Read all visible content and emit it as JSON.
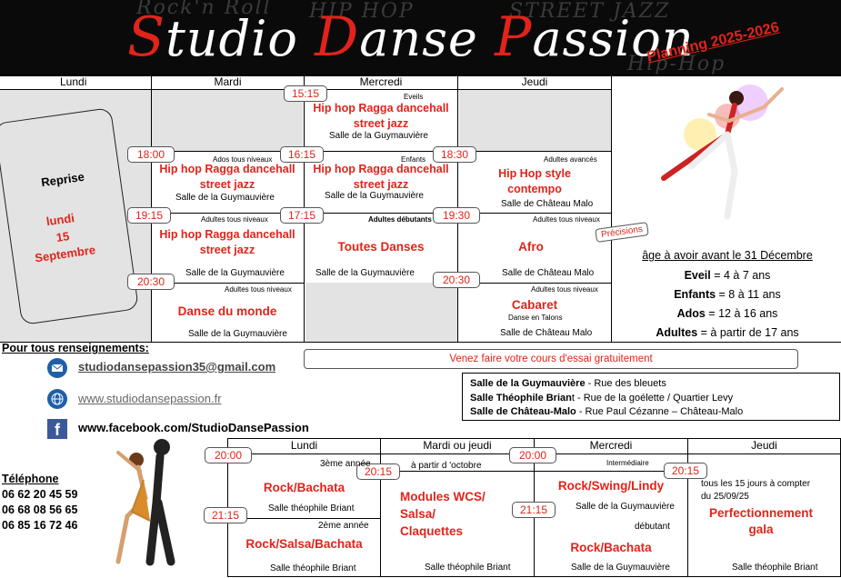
{
  "header": {
    "title_parts": [
      "S",
      "tudio ",
      "D",
      "anse ",
      "P",
      "assion"
    ],
    "bg_words": [
      "Rock'n Roll",
      "HIP HOP",
      "STREET JAZZ",
      "Hip-Hop"
    ],
    "planning": "Planning 2025-2026"
  },
  "colors": {
    "accent": "#e2231a",
    "grey": "#e3e3e3",
    "link": "#444444"
  },
  "top_days": [
    "Lundi",
    "Mardi",
    "Mercredi",
    "Jeudi"
  ],
  "reprise": {
    "title": "Reprise",
    "date_lines": [
      "lundi",
      "15",
      "Septembre"
    ]
  },
  "times_top": [
    "15:15",
    "18:00",
    "16:15",
    "18:30",
    "19:15",
    "17:15",
    "19:30",
    "20:30",
    "20:30"
  ],
  "levels_top": [
    "Eveils",
    "Ados tous niveaux",
    "Enfants",
    "Adultes avancés",
    "Adultes tous niveaux",
    "Adultes débutants",
    "Adultes tous niveaux",
    "Adultes tous niveaux",
    "Adultes tous niveaux"
  ],
  "courses_top": [
    [
      "Hip hop Ragga dancehall",
      "street jazz"
    ],
    [
      "Hip hop Ragga dancehall",
      "street jazz"
    ],
    [
      "Hip hop Ragga dancehall",
      "street jazz"
    ],
    [
      "Hip Hop style",
      "contempo"
    ],
    [
      "Hip hop Ragga dancehall",
      "street jazz"
    ],
    [
      "Toutes Danses"
    ],
    [
      "Afro"
    ],
    [
      "Danse du monde"
    ],
    [
      "Cabaret"
    ]
  ],
  "cabaret_sub": "Danse en Talons",
  "rooms_top": [
    "Salle de la Guymauvière",
    "Salle de la Guymauvière",
    "Salle de la Guymauvière",
    "Salle de Château Malo",
    "Salle de la Guymauvière",
    "Salle de la Guymauvière",
    "Salle de Château Malo",
    "Salle de la Guymauvière",
    "Salle de Château Malo"
  ],
  "precisions": {
    "tag": "Précisions",
    "intro": "âge à avoir avant le 31 Décembre",
    "rows": [
      {
        "label": "Eveil",
        "value": " = 4 à 7 ans"
      },
      {
        "label": "Enfants",
        "value": " = 8 à 11 ans"
      },
      {
        "label": "Ados",
        "value": " = 12 à 16 ans"
      },
      {
        "label": "Adultes",
        "value": " = à partir de 17 ans"
      }
    ]
  },
  "contact": {
    "heading": "Pour tous renseignements:",
    "email": "studiodansepassion35@gmail.com",
    "website": "www.studiodansepassion.fr",
    "facebook": "www.facebook.com/StudioDansePassion",
    "phone_label": "Téléphone",
    "phones": [
      "06 62 20 45 59",
      "06 68 08 56 65",
      "06 85 16 72 46"
    ]
  },
  "essai": "Venez faire votre cours d'essai gratuitement",
  "salles": [
    {
      "name": "Salle de la Guymauvière",
      "addr": " - Rue des bleuets"
    },
    {
      "name": "Salle Théophile Brian",
      "addr": "t - Rue de la goélette / Quartier Levy"
    },
    {
      "name": "Salle de Château-Malo",
      "addr": " - Rue Paul Cézanne – Château-Malo"
    }
  ],
  "bottom_days": [
    "Lundi",
    "Mardi ou jeudi",
    "Mercredi",
    "Jeudi"
  ],
  "times_bottom": [
    "20:00",
    "20:15",
    "20:00",
    "20:15",
    "21:15",
    "21:15"
  ],
  "levels_bottom": [
    "3ème année",
    "à partir d 'octobre",
    "Intermédiaire",
    "tous les 15 jours à compter",
    "du 25/09/25",
    "2ème année",
    "débutant"
  ],
  "courses_bottom": [
    [
      "Rock/Bachata"
    ],
    [
      "Modules WCS/",
      "Salsa/",
      "Claquettes"
    ],
    [
      "Rock/Swing/Lindy"
    ],
    [
      "Perfectionnement",
      "gala"
    ],
    [
      "Rock/Salsa/Bachata"
    ],
    [
      "Rock/Bachata"
    ]
  ],
  "rooms_bottom": [
    "Salle théophile Briant",
    "Salle de la Guymauvière",
    "Salle théophile Briant",
    "Salle théophile Briant",
    "Salle de la Guymauvière",
    "Salle théophile Briant"
  ]
}
